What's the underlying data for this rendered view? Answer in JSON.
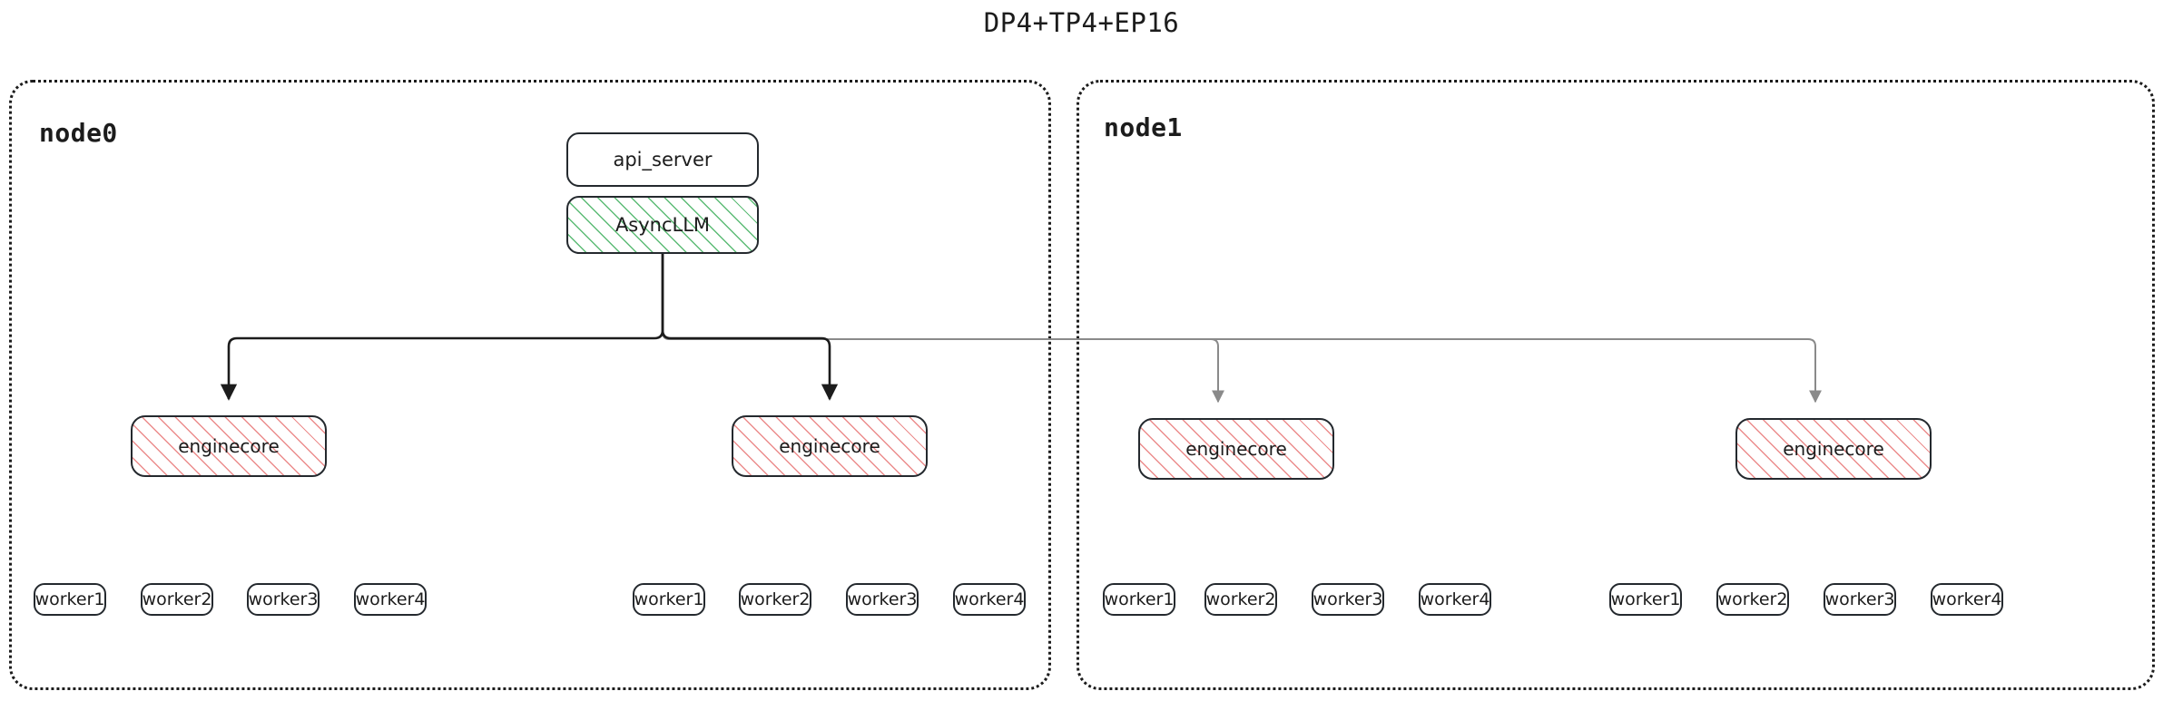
{
  "title": "DP4+TP4+EP16",
  "colors": {
    "ink": "#1c1c1c",
    "node_border": "#24292e",
    "green_hatch": "#54b86e",
    "red_hatch": "#e87878",
    "local_edge": "#1c1c1c",
    "remote_edge": "#8a8a8a",
    "container_border": "#1c1c1c"
  },
  "nodes": [
    {
      "id": "node0",
      "label": "node0",
      "frontend": {
        "api_server": "api_server",
        "async_llm": "AsyncLLM"
      },
      "engines": [
        {
          "label": "enginecore",
          "edge_style": "local",
          "workers": [
            "worker1",
            "worker2",
            "worker3",
            "worker4"
          ]
        },
        {
          "label": "enginecore",
          "edge_style": "local",
          "workers": [
            "worker1",
            "worker2",
            "worker3",
            "worker4"
          ]
        }
      ]
    },
    {
      "id": "node1",
      "label": "node1",
      "frontend": null,
      "engines": [
        {
          "label": "enginecore",
          "edge_style": "remote",
          "workers": [
            "worker1",
            "worker2",
            "worker3",
            "worker4"
          ]
        },
        {
          "label": "enginecore",
          "edge_style": "remote",
          "workers": [
            "worker1",
            "worker2",
            "worker3",
            "worker4"
          ]
        }
      ]
    }
  ]
}
